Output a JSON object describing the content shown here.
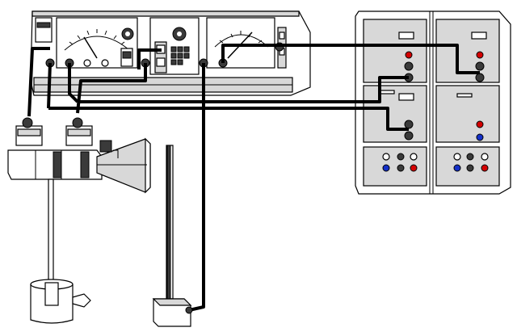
{
  "scene": {
    "measuring_unit": {
      "name": "measuring-amplifier-unit"
    },
    "rack": {
      "name": "plug-in-module-rack"
    },
    "horn": {
      "name": "horn-antenna"
    },
    "holder": {
      "name": "stand-clamp"
    },
    "rod": {
      "name": "stand-rod"
    },
    "base": {
      "name": "stand-base"
    }
  },
  "indicator_colors": {
    "red": "#d40000",
    "blue": "#1430c8",
    "panel_gray": "#d8d8d8",
    "socket": "#000000"
  }
}
